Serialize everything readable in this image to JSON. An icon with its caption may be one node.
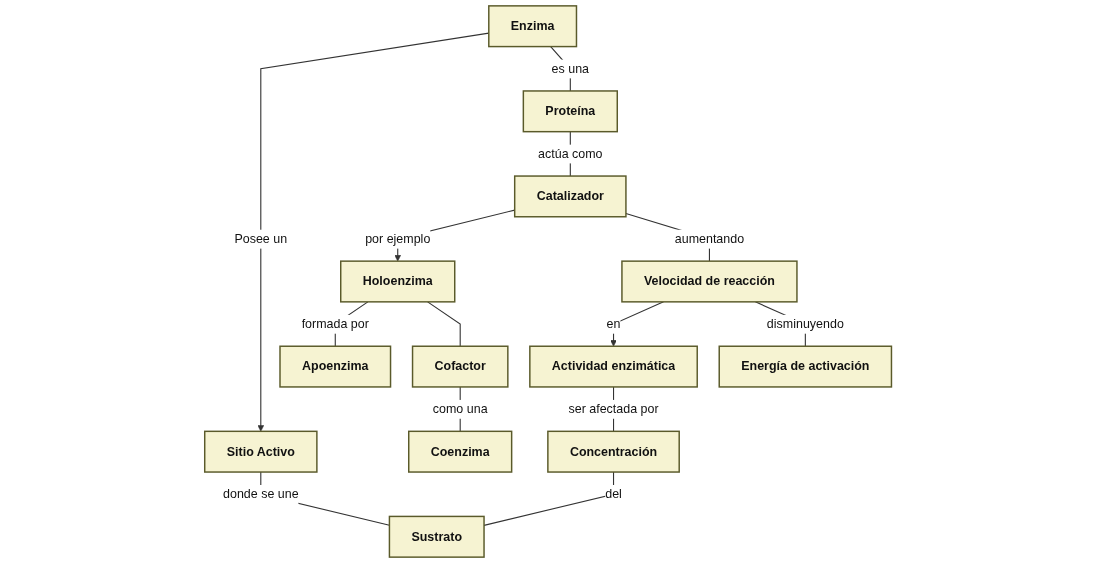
{
  "diagram": {
    "nodes": [
      {
        "text": [
          "Enzima"
        ]
      },
      {
        "text": [
          "Sitio Activo"
        ]
      },
      {
        "text": [
          "Proteína"
        ]
      },
      {
        "text": [
          "Holoenzima"
        ]
      },
      {
        "text": [
          "Catalizador"
        ]
      },
      {
        "text": [
          "Velocidad de reacción"
        ]
      },
      {
        "text": [
          "Actividad enzimática"
        ]
      },
      {
        "text": [
          "Apoenzima"
        ]
      },
      {
        "text": [
          "Cofactor"
        ]
      },
      {
        "text": [
          "Energía de activación"
        ]
      },
      {
        "text": [
          "Concentración"
        ]
      },
      {
        "text": [
          "Coenzima"
        ]
      },
      {
        "text": [
          "Sustrato"
        ]
      }
    ],
    "edges": [
      {
        "from": 0,
        "to": 1,
        "arrow": "to",
        "label": "Posee un"
      },
      {
        "from": 0,
        "to": 2,
        "arrow": "none",
        "label": "es una"
      },
      {
        "from": 2,
        "to": 4,
        "arrow": "none",
        "label": "actúa como"
      },
      {
        "from": 4,
        "to": 3,
        "arrow": "to",
        "label": "por ejemplo"
      },
      {
        "from": 4,
        "to": 5,
        "arrow": "none",
        "label": "aumentando"
      },
      {
        "from": 5,
        "to": 6,
        "arrow": "to",
        "label": "en"
      },
      {
        "from": 3,
        "to": 7,
        "arrow": "none",
        "label": "formada por"
      },
      {
        "from": 3,
        "to": 8,
        "arrow": "none"
      },
      {
        "from": 5,
        "to": 9,
        "arrow": "none",
        "label": "disminuyendo"
      },
      {
        "from": 8,
        "to": 11,
        "arrow": "none",
        "label": "como una"
      },
      {
        "from": 6,
        "to": 10,
        "arrow": "none",
        "label": "ser afectada por"
      },
      {
        "from": 10,
        "to": 12,
        "arrow": "none",
        "label": "del"
      },
      {
        "from": 1,
        "to": 12,
        "arrow": "none",
        "label": "donde se une"
      }
    ]
  }
}
